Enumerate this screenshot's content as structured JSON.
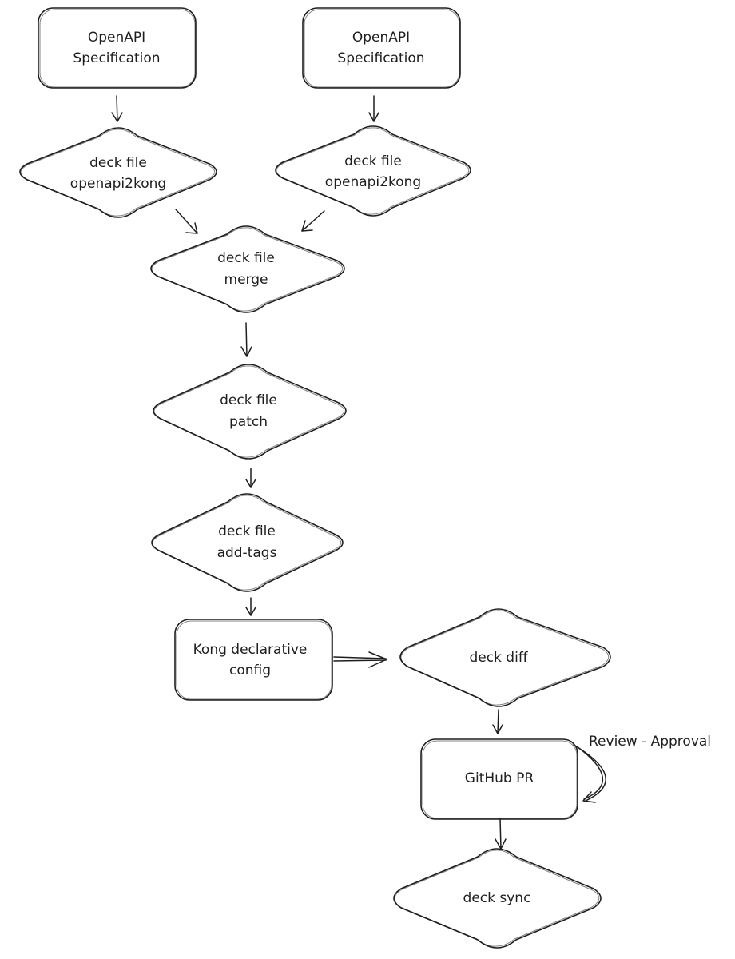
{
  "diagram": {
    "nodes": {
      "openapi_spec_1": {
        "line1": "OpenAPI",
        "line2": "Specification"
      },
      "openapi_spec_2": {
        "line1": "OpenAPI",
        "line2": "Specification"
      },
      "openapi2kong_1": {
        "line1": "deck file",
        "line2": "openapi2kong"
      },
      "openapi2kong_2": {
        "line1": "deck file",
        "line2": "openapi2kong"
      },
      "merge": {
        "line1": "deck file",
        "line2": "merge"
      },
      "patch": {
        "line1": "deck file",
        "line2": "patch"
      },
      "add_tags": {
        "line1": "deck file",
        "line2": "add-tags"
      },
      "kong_config": {
        "line1": "Kong declarative",
        "line2": "config"
      },
      "deck_diff": {
        "line1": "deck diff"
      },
      "github_pr": {
        "line1": "GitHub PR"
      },
      "deck_sync": {
        "line1": "deck sync"
      }
    },
    "annotations": {
      "review_approval": "Review - Approval"
    }
  }
}
